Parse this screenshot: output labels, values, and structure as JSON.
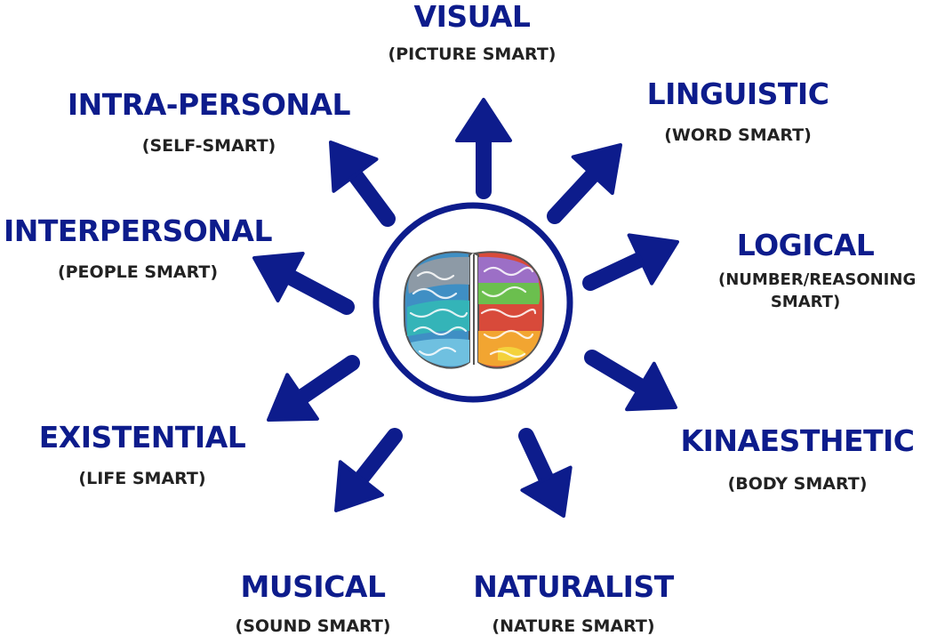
{
  "colors": {
    "accent": "#0d1c8c",
    "subtitle": "#222222",
    "background": "#ffffff"
  },
  "center": {
    "icon": "brain-icon"
  },
  "intelligences": [
    {
      "id": "visual",
      "name": "VISUAL",
      "subtitle": "(PICTURE SMART)"
    },
    {
      "id": "linguistic",
      "name": "LINGUISTIC",
      "subtitle": "(WORD SMART)"
    },
    {
      "id": "logical",
      "name": "LOGICAL",
      "subtitle": "(NUMBER/REASONING SMART)"
    },
    {
      "id": "kinaesthetic",
      "name": "KINAESTHETIC",
      "subtitle": "(BODY SMART)"
    },
    {
      "id": "naturalist",
      "name": "NATURALIST",
      "subtitle": "(NATURE SMART)"
    },
    {
      "id": "musical",
      "name": "MUSICAL",
      "subtitle": "(SOUND SMART)"
    },
    {
      "id": "existential",
      "name": "EXISTENTIAL",
      "subtitle": "(LIFE SMART)"
    },
    {
      "id": "interpersonal",
      "name": "INTERPERSONAL",
      "subtitle": "(PEOPLE SMART)"
    },
    {
      "id": "intra-personal",
      "name": "INTRA-PERSONAL",
      "subtitle": "(SELF-SMART)"
    }
  ]
}
